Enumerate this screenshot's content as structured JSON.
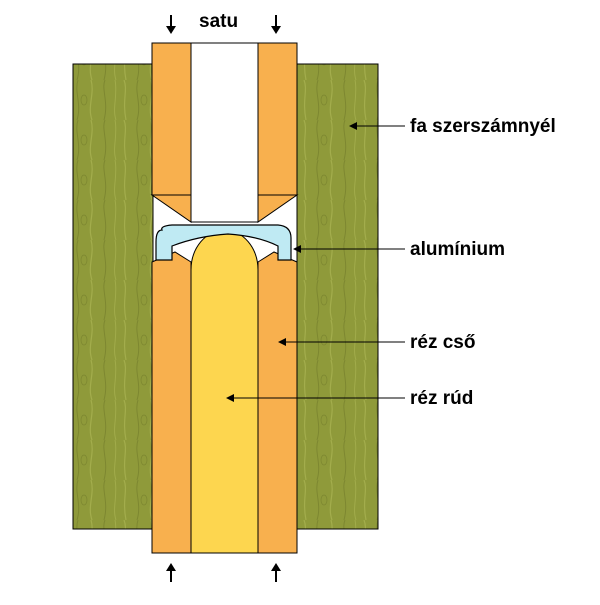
{
  "labels": {
    "top": "satu",
    "handle": "fa szerszámnyél",
    "aluminium": "alumínium",
    "tube": "réz cső",
    "rod": "réz rúd"
  },
  "colors": {
    "wood": "#8f9a3a",
    "wood_grain": "#a3ad4c",
    "copper_tube": "#f8b04e",
    "copper_rod": "#fdd64f",
    "aluminium": "#bfeaf3",
    "line": "#000000",
    "background": "#ffffff"
  },
  "arrow_direction": {
    "top": "down",
    "bottom": "up"
  }
}
